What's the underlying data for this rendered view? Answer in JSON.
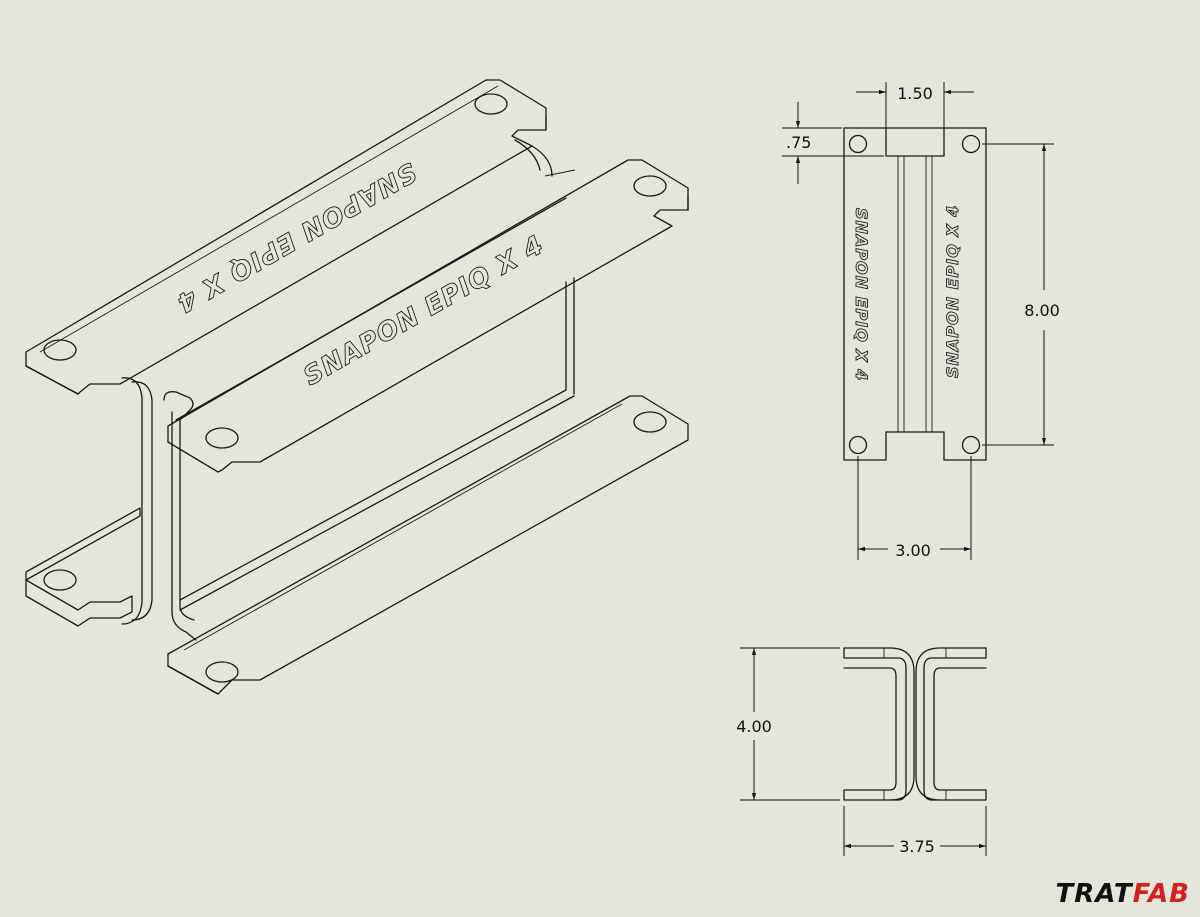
{
  "drawing": {
    "engraving_text": "SNAPON EPIQ X 4",
    "dimensions": {
      "slot_width": "1.50",
      "slot_depth": ".75",
      "length": "8.00",
      "hole_spacing": "3.00",
      "height": "4.00",
      "width": "3.75"
    }
  },
  "brand": {
    "part1": "TRAT",
    "part2": "FAB",
    "accent_color": "#d42020"
  }
}
